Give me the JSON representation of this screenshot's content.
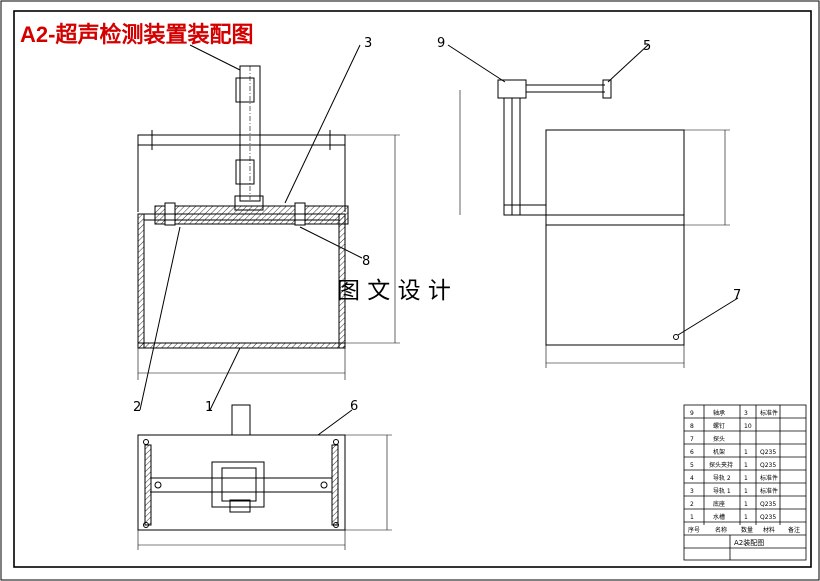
{
  "title": "A2-超声检测装置装配图",
  "watermark": "图 文 设 计",
  "balloons": {
    "b1": "1",
    "b2": "2",
    "b3": "3",
    "b5": "5",
    "b6": "6",
    "b7": "7",
    "b8": "8",
    "b9": "9"
  },
  "bom": {
    "rows": [
      {
        "no": "9",
        "name": "轴承",
        "qty": "3",
        "note": "标准件"
      },
      {
        "no": "8",
        "name": "螺钉",
        "qty": "10",
        "note": ""
      },
      {
        "no": "7",
        "name": "探头",
        "qty": "",
        "note": ""
      },
      {
        "no": "6",
        "name": "机架",
        "qty": "1",
        "note": "Q235"
      },
      {
        "no": "5",
        "name": "探头夹持",
        "qty": "1",
        "note": "Q235"
      },
      {
        "no": "4",
        "name": "导轨 2",
        "qty": "1",
        "note": "标准件"
      },
      {
        "no": "3",
        "name": "导轨 1",
        "qty": "1",
        "note": "标准件"
      },
      {
        "no": "2",
        "name": "底座",
        "qty": "1",
        "note": "Q235"
      },
      {
        "no": "1",
        "name": "水槽",
        "qty": "1",
        "note": "Q235"
      }
    ],
    "header": {
      "no": "序号",
      "name": "名称",
      "qty": "数量",
      "mat": "材料",
      "note": "备注"
    },
    "drawing_title": "A2装配图"
  }
}
